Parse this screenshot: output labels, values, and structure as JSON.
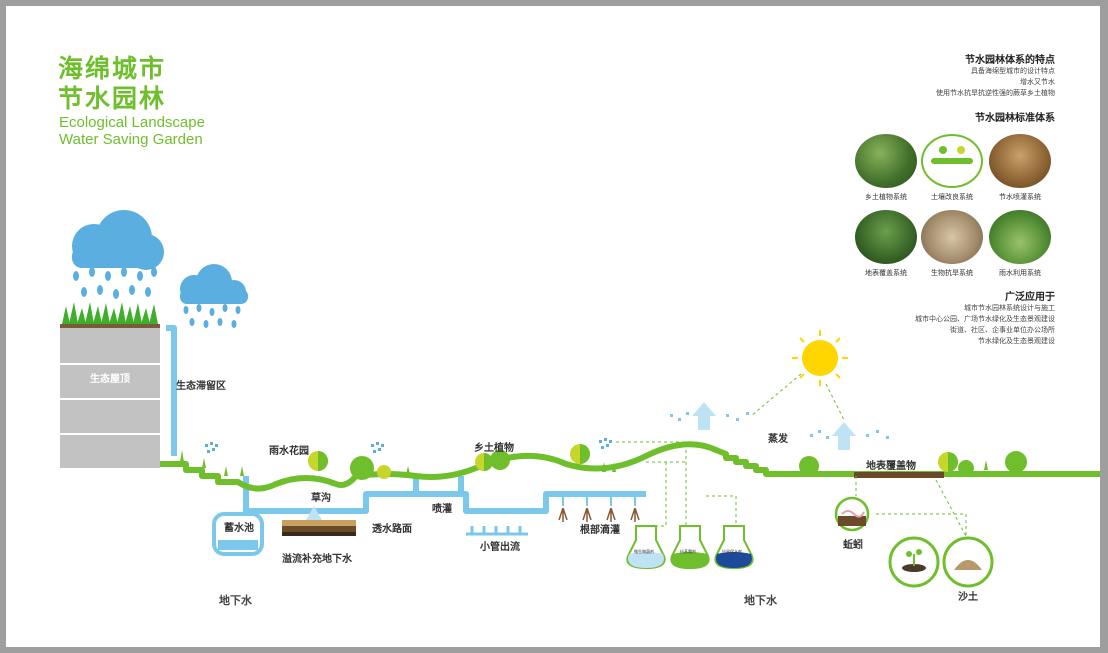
{
  "title": {
    "cn_line1": "海绵城市",
    "cn_line2": "节水园林",
    "en_line1": "Ecological Landscape",
    "en_line2": "Water Saving Garden"
  },
  "features": {
    "title": "节水园林体系的特点",
    "lines": [
      "具备海绵型城市的设计特点",
      "增水又节水",
      "使用节水抗旱抗逆性强的蕨草乡土植物"
    ]
  },
  "standards": {
    "title": "节水园林标准体系",
    "items": [
      {
        "label": "乡土植物系统",
        "icon": "native-plants-photo"
      },
      {
        "label": "土壤改良系统",
        "icon": "soil-improvement-icon"
      },
      {
        "label": "节水喷灌系统",
        "icon": "irrigation-photo"
      },
      {
        "label": "地表覆盖系统",
        "icon": "ground-cover-photo"
      },
      {
        "label": "生物抗旱系统",
        "icon": "drought-resistance-photo"
      },
      {
        "label": "雨水利用系统",
        "icon": "rainwater-photo"
      }
    ]
  },
  "applications": {
    "title": "广泛应用于",
    "lines": [
      "城市节水园林系统设计与施工",
      "城市中心公园、广场节水绿化及生态景观建设",
      "街道、社区、企事业单位办公场所",
      "节水绿化及生态景观建设"
    ]
  },
  "diagram_labels": {
    "eco_roof": "生态屋顶",
    "retention": "生态滞留区",
    "rain_garden": "雨水花园",
    "swale": "草沟",
    "reservoir": "蓄水池",
    "overflow": "溢流补充地下水",
    "permeable": "透水路面",
    "sprinkler": "喷灌",
    "native_plants": "乡土植物",
    "small_pipe": "小管出流",
    "drip": "根部滴灌",
    "evaporation": "蒸发",
    "ground_cover": "地表覆盖物",
    "earthworm": "蚯蚓",
    "sand": "沙土",
    "groundwater_left": "地下水",
    "groundwater_right": "地下水",
    "flask1": "微生物菌剂",
    "flask2": "抗蒸腾剂",
    "flask3": "抗旱保水剂"
  },
  "colors": {
    "green": "#6fbe2c",
    "pipe_blue": "#7cc8ea",
    "cloud_blue": "#5aaee0",
    "building_gray": "#c2c2c2",
    "sun": "#ffd600"
  }
}
